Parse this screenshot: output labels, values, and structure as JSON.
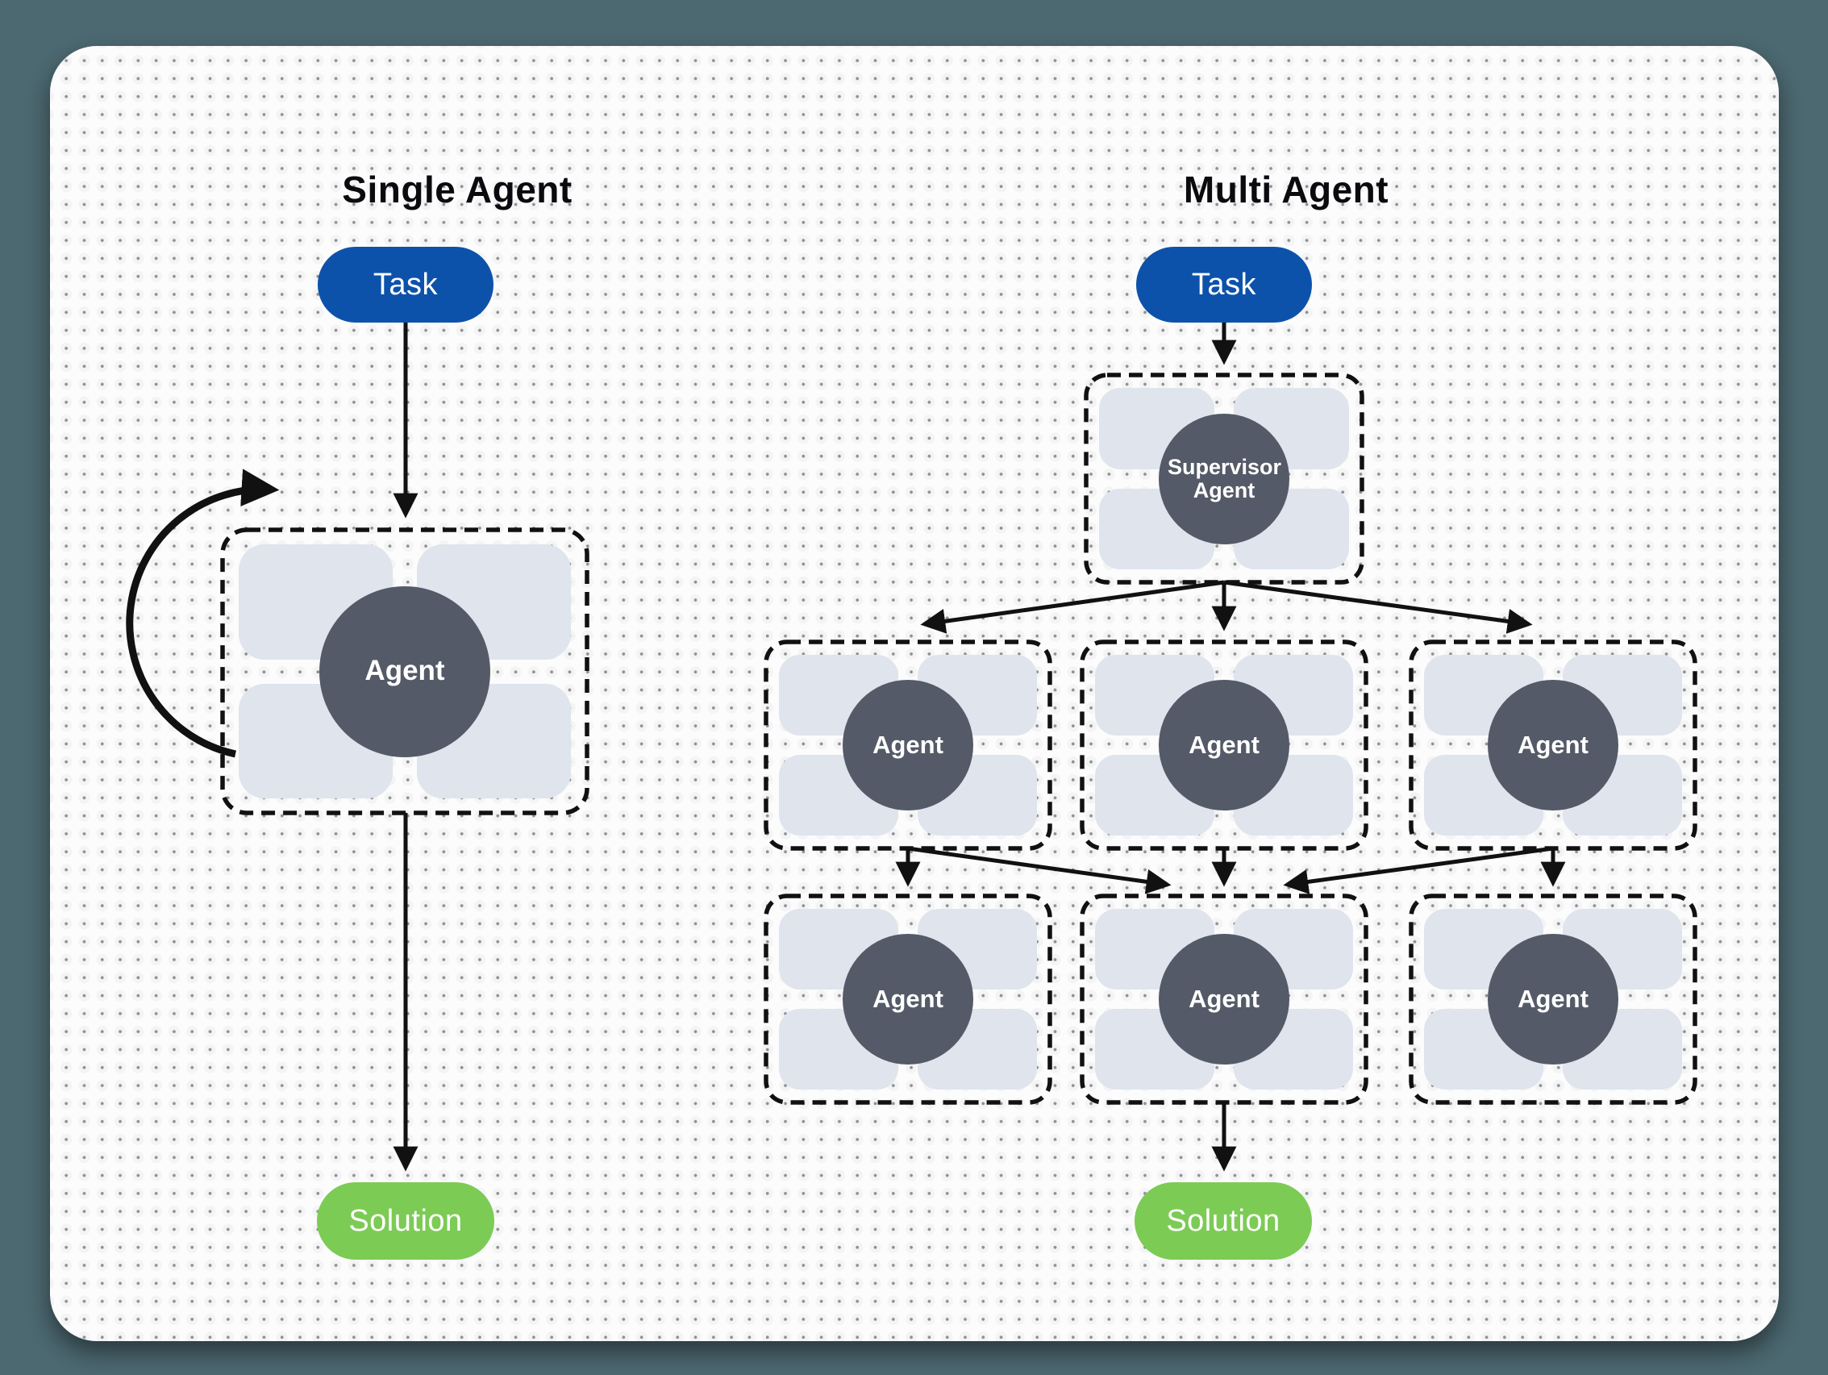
{
  "single_agent": {
    "title": "Single Agent",
    "task_label": "Task",
    "agent_label": "Agent",
    "solution_label": "Solution"
  },
  "multi_agent": {
    "title": "Multi Agent",
    "task_label": "Task",
    "supervisor_label": "Supervisor Agent",
    "worker_labels": [
      "Agent",
      "Agent",
      "Agent",
      "Agent",
      "Agent",
      "Agent"
    ],
    "solution_label": "Solution"
  },
  "colors": {
    "background": "#4C6870",
    "card": "#FCFCFC",
    "task": "#0D52AA",
    "solution": "#7CCB55",
    "agent_circle": "#545A67",
    "tool_chip": "#DFE4ED",
    "line": "#111111"
  }
}
